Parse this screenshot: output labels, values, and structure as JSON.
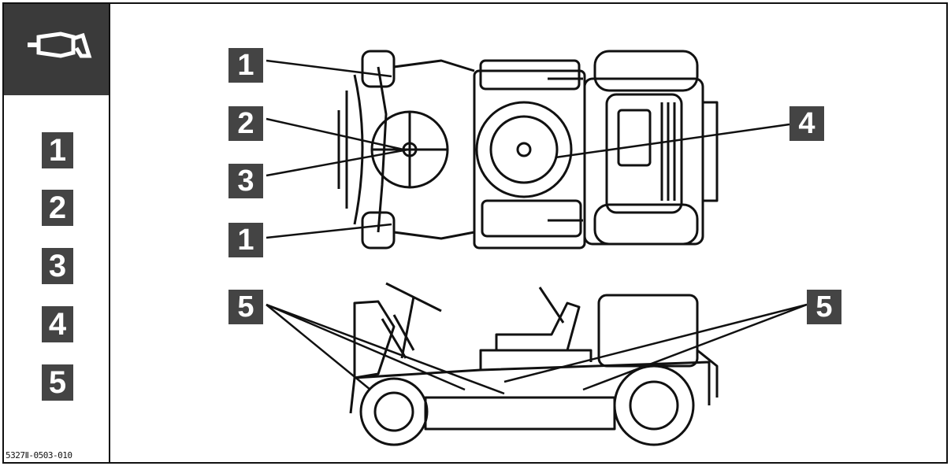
{
  "legend": {
    "icon": "grease-gun-icon",
    "items": [
      "1",
      "2",
      "3",
      "4",
      "5"
    ]
  },
  "doc_code": "5327Ⅱ-0503-010",
  "callouts": {
    "c1_top": "1",
    "c2": "2",
    "c3": "3",
    "c1_bottom": "1",
    "c4": "4",
    "c5_left": "5",
    "c5_right": "5"
  }
}
